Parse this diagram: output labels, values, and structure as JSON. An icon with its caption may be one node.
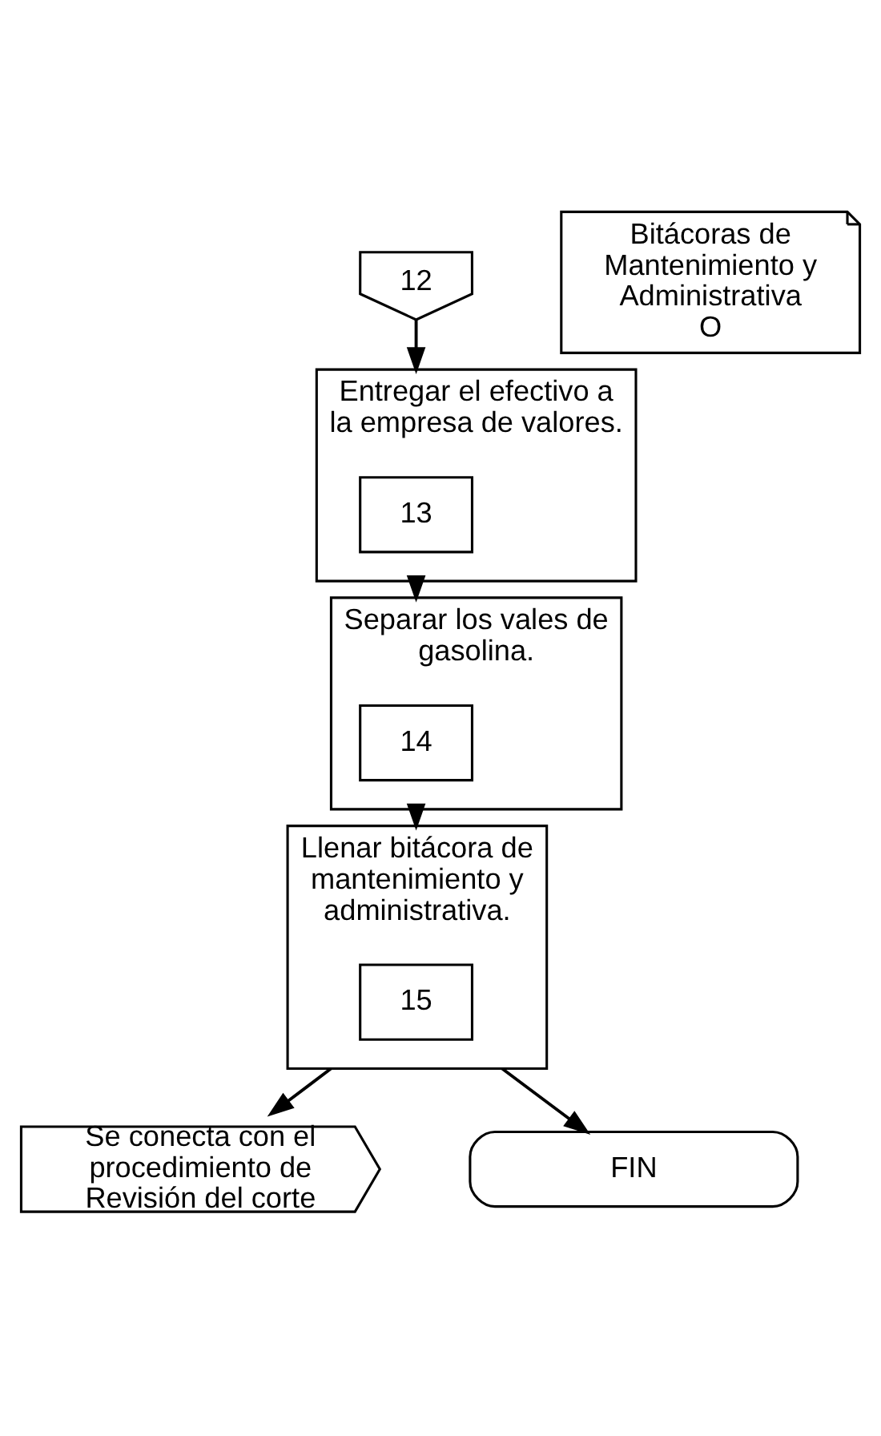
{
  "diagram": {
    "nodes": [
      {
        "text": [
          "12"
        ]
      },
      {
        "text": [
          "Entregar el efectivo a la empresa de valores."
        ]
      },
      {
        "text": [
          "13"
        ],
        "in": 1
      },
      {
        "text": [
          "Separar los vales de gasolina."
        ]
      },
      {
        "text": [
          "14"
        ],
        "in": 3
      },
      {
        "text": [
          "Llenar bitácora de mantenimiento y administrativa."
        ]
      },
      {
        "text": [
          "15"
        ],
        "in": 5
      },
      {
        "text": [
          "Bitácoras de Mantenimiento y Administrativa",
          "O"
        ]
      },
      {
        "text": [
          "Se conecta con el procedimiento de Revisión del corte"
        ]
      },
      {
        "text": [
          "FIN"
        ]
      }
    ],
    "edges": [
      {
        "from": 0,
        "to": 1,
        "arrow": "to"
      },
      {
        "from": 1,
        "to": 3,
        "arrow": "to"
      },
      {
        "from": 3,
        "to": 5,
        "arrow": "to"
      },
      {
        "from": 5,
        "to": 8,
        "arrow": "to"
      },
      {
        "from": 5,
        "to": 9,
        "arrow": "to"
      }
    ]
  }
}
